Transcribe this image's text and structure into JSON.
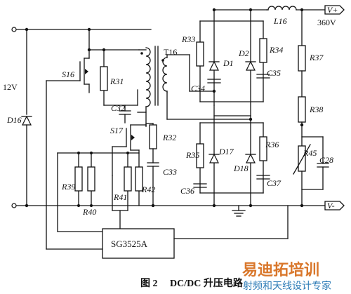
{
  "labels": {
    "s16": "S16",
    "s17": "S17",
    "t16": "T16",
    "v12": "12V",
    "d16": "D16",
    "r31": "R31",
    "c32": "C32",
    "r32": "R32",
    "c33": "C33",
    "r39": "R39",
    "r40": "R40",
    "r41": "R41",
    "r42": "R42",
    "r33": "R33",
    "d1": "D1",
    "c34": "C34",
    "d2": "D2",
    "r34": "R34",
    "c35": "C35",
    "r35": "R35",
    "d17": "D17",
    "c36": "C36",
    "d18": "D18",
    "r36": "R36",
    "c37": "C37",
    "l16": "L16",
    "r37": "R37",
    "r38": "R38",
    "r45": "R45",
    "c28": "C28",
    "v_out": "V+",
    "v_out_value": "360V",
    "v_neg": "V-",
    "ic": "SG3525A"
  },
  "caption": {
    "number": "图 2",
    "title": "DC/DC 升压电路"
  },
  "watermark": {
    "brand": "易迪拓培训",
    "slogan": "射频和天线设计专家"
  },
  "colors": {
    "line": "#111111",
    "watermark_brand": "#d9772b",
    "watermark_slogan": "#2c7bb6"
  }
}
